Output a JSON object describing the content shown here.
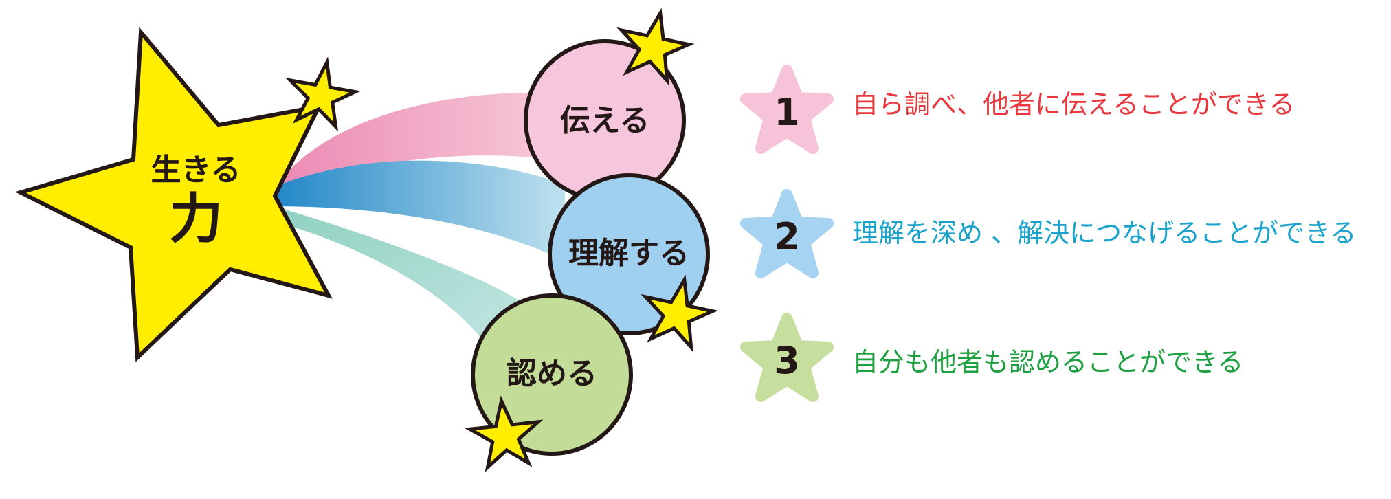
{
  "main_star": {
    "line1": "生きる",
    "line2": "力",
    "fill": "#ffee00"
  },
  "circles": [
    {
      "key": "tsutaeru",
      "label": "伝える",
      "fill": "#f6c6dd"
    },
    {
      "key": "rikai",
      "label": "理解する",
      "fill": "#9fd0ef"
    },
    {
      "key": "mitomeru",
      "label": "認める",
      "fill": "#c3dc98"
    }
  ],
  "ribbons": [
    {
      "name": "pink",
      "from": "#ec88b3",
      "to": "#f6c6d6"
    },
    {
      "name": "blue",
      "from": "#1f86c7",
      "to": "#bfe1ee"
    },
    {
      "name": "green",
      "from": "#8ed1c0",
      "to": "#c6e7e4"
    }
  ],
  "items": [
    {
      "number": "1",
      "text": "自ら調べ、他者に伝えることができる",
      "star_color": "#f6c3d8",
      "text_color": "#e8383d"
    },
    {
      "number": "2",
      "text": "理解を深め 、解決につなげることができる",
      "star_color": "#a6d3f1",
      "text_color": "#19a2cb"
    },
    {
      "number": "3",
      "text": "自分も他者も認めることができる",
      "star_color": "#c6de9e",
      "text_color": "#1ea041"
    }
  ]
}
